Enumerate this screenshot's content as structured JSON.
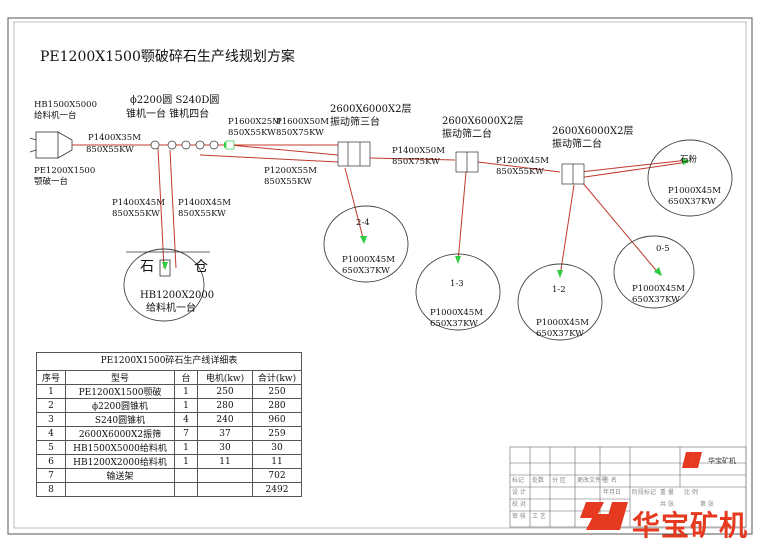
{
  "title": "PE1200X1500颚破碎石生产线规划方案",
  "equipment_labels": {
    "feeder_top": [
      "HB1500X5000",
      "给料机一台"
    ],
    "jaw": [
      "PE1200X1500",
      "颚破一台"
    ],
    "cone": [
      "ϕ2200圆   S240D圆",
      "锥机一台 锥机四台"
    ],
    "screen1": [
      "2600X6000X2层",
      "振动筛三台"
    ],
    "screen2": [
      "2600X6000X2层",
      "振动筛二台"
    ],
    "screen3": [
      "2600X6000X2层",
      "振动筛二台"
    ],
    "feeder_bottom": [
      "HB1200X2000",
      "给料机一台"
    ]
  },
  "conveyors": {
    "c1": [
      "P1400X35M",
      "850X55KW"
    ],
    "c2": [
      "P1600X25M",
      "850X55KW"
    ],
    "c3": [
      "P1600X50M",
      "850X75KW"
    ],
    "c4": [
      "P1200X55M",
      "850X55KW"
    ],
    "c5": [
      "P1400X50M",
      "850X75KW"
    ],
    "c6": [
      "P1200X45M",
      "850X55KW"
    ],
    "c7": [
      "P1400X45M",
      "850X55KW"
    ],
    "c8": [
      "P1400X45M",
      "850X55KW"
    ],
    "stockpile": [
      "P1000X45M",
      "650X37KW"
    ]
  },
  "piles": {
    "bin_left": "石",
    "bin_right": "仓",
    "stone_powder": "石粉",
    "p24": "2-4",
    "p13": "1-3",
    "p12": "1-2",
    "p05": "0-5"
  },
  "table": {
    "caption": "PE1200X1500碎石生产线详细表",
    "headers": [
      "序号",
      "型号",
      "台",
      "电机(kw)",
      "合计(kw)"
    ],
    "rows": [
      [
        "1",
        "PE1200X1500颚破",
        "1",
        "250",
        "250"
      ],
      [
        "2",
        "ϕ2200圆锥机",
        "1",
        "280",
        "280"
      ],
      [
        "3",
        "S240圆锥机",
        "4",
        "240",
        "960"
      ],
      [
        "4",
        "2600X6000X2振筛",
        "7",
        "37",
        "259"
      ],
      [
        "5",
        "HB1500X5000给料机",
        "1",
        "30",
        "30"
      ],
      [
        "6",
        "HB1200X2000给料机",
        "1",
        "11",
        "11"
      ],
      [
        "7",
        "输送架",
        "",
        "",
        "702"
      ],
      [
        "8",
        "",
        "",
        "",
        "2492"
      ]
    ]
  },
  "title_block": {
    "cells": [
      "标记",
      "处数",
      "分 区",
      "更改文件号",
      "签 名",
      "年月日",
      "设 计",
      "校 对",
      "审 核",
      "工 艺",
      "阶段标记",
      "重 量",
      "比 例",
      "共 张",
      "第 张"
    ],
    "company_small": "华宝矿机",
    "brand": "华宝矿机"
  },
  "colors": {
    "flow": "#c0392b",
    "arrow": "#2ecc40",
    "line": "#444444",
    "brand": "#e53a20"
  }
}
